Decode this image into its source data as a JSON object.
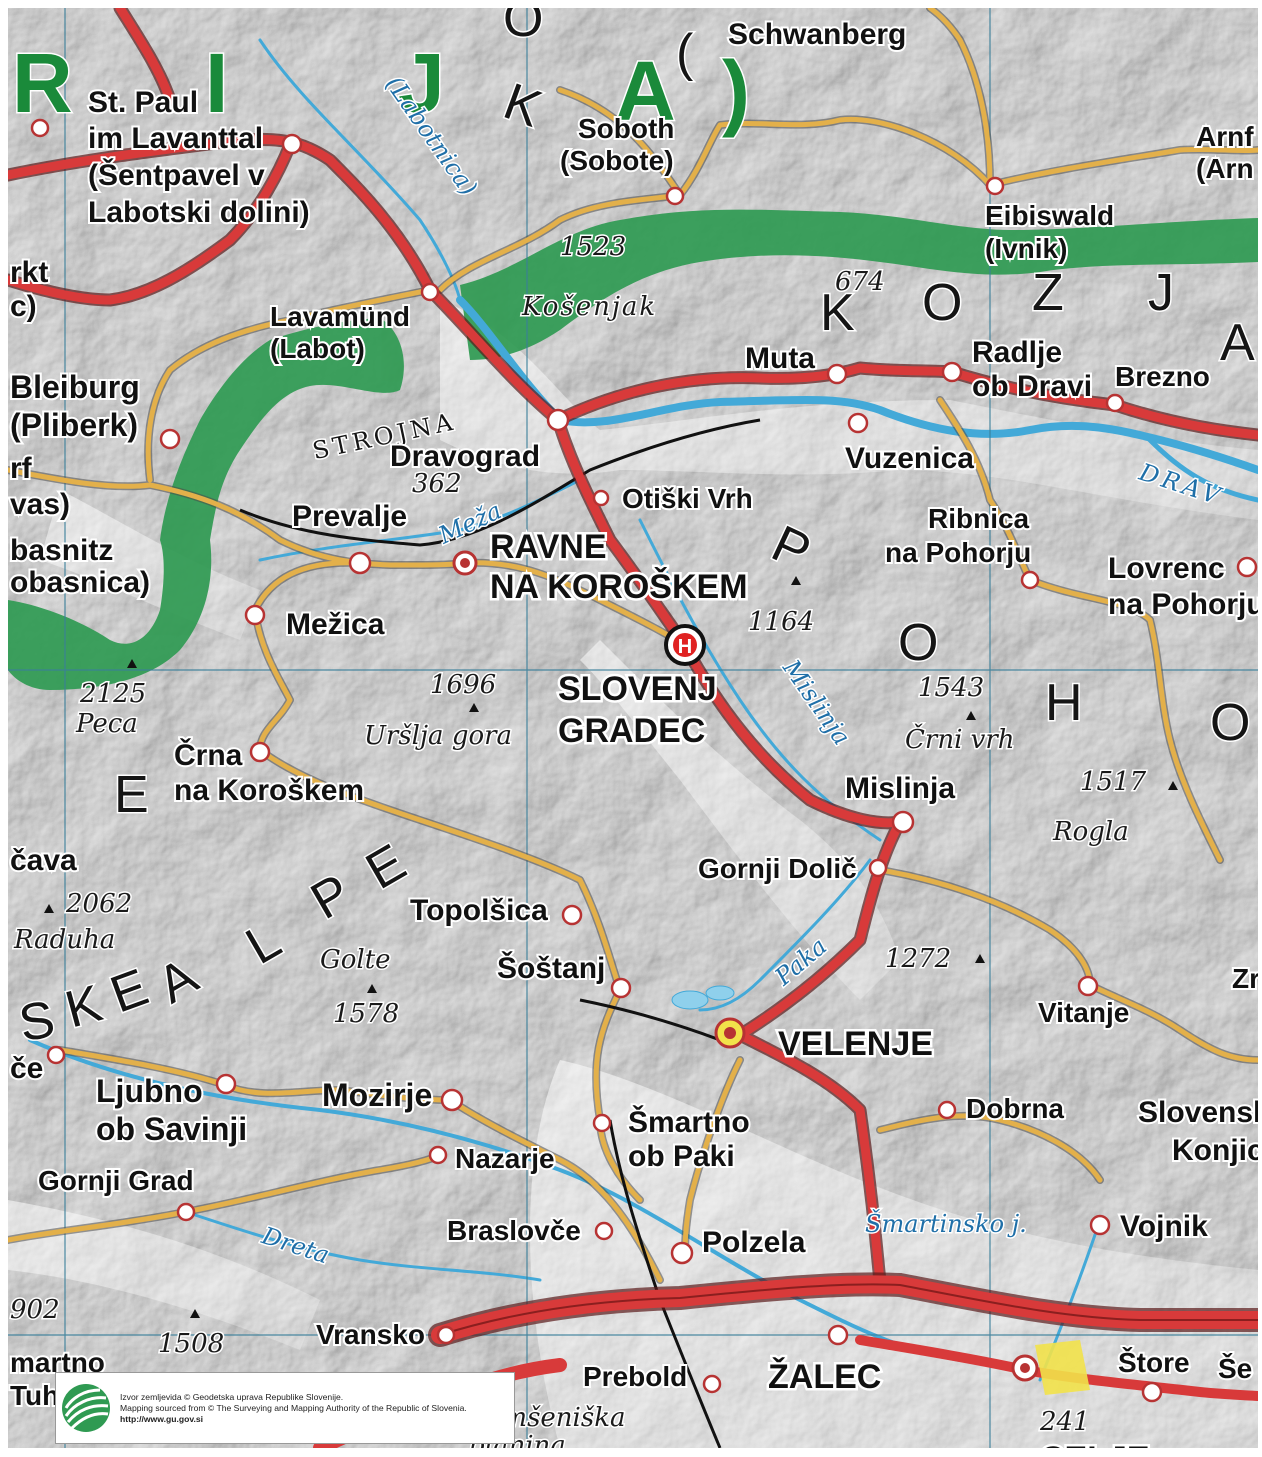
{
  "map": {
    "country_letters": [
      "R",
      "I",
      "J",
      "A",
      ")"
    ],
    "region_letters_top": [
      "K",
      "(",
      "O"
    ],
    "region_letters_koz": [
      "K",
      "O",
      "Z",
      "J",
      "A"
    ],
    "pohorje_letters": [
      "P",
      "O",
      "H",
      "O"
    ],
    "alps_letters": [
      "S",
      "K",
      "E",
      "A",
      "L",
      "P",
      "E",
      "E"
    ]
  },
  "places": {
    "schwanberg": "Schwanberg",
    "st_paul_1": "St. Paul",
    "st_paul_2": "im Lavanttal",
    "st_paul_3": "(Šentpavel v",
    "st_paul_4": "Labotski dolini)",
    "soboth_1": "Soboth",
    "soboth_2": "(Sobote)",
    "arnfels_1": "Arnf",
    "arnfels_2": "(Arn",
    "eibiswald_1": "Eibiswald",
    "eibiswald_2": "(Ivnik)",
    "markt_1": "rkt",
    "markt_2": "c)",
    "lavamund_1": "Lavamünd",
    "lavamund_2": "(Labot)",
    "muta": "Muta",
    "radlje_1": "Radlje",
    "radlje_2": "ob Dravi",
    "brezno": "Brezno",
    "bleiburg_1": "Bleiburg",
    "bleiburg_2": "(Pliberk)",
    "dravograd": "Dravograd",
    "vuzenica": "Vuzenica",
    "rf": "rf",
    "vas": "vas)",
    "prevalje": "Prevalje",
    "otiski": "Otiški Vrh",
    "ribnica_1": "Ribnica",
    "ribnica_2": "na Pohorju",
    "obasnitz_1": "basnitz",
    "obasnitz_2": "obasnica)",
    "ravne_1": "RAVNE",
    "ravne_2": "NA KOROŠKEM",
    "lovrenc_1": "Lovrenc",
    "lovrenc_2": "na Pohorju",
    "mezica": "Mežica",
    "slovenj_1": "SLOVENJ",
    "slovenj_2": "GRADEC",
    "crna_1": "Črna",
    "crna_2": "na Koroškem",
    "mislinja": "Mislinja",
    "gornji_dolic": "Gornji Dolič",
    "cava": "čava",
    "topolsica": "Topolšica",
    "sostanj": "Šoštanj",
    "vitanje": "Vitanje",
    "zre": "Zre",
    "velenje": "VELENJE",
    "ce": "če",
    "ljubno_1": "Ljubno",
    "ljubno_2": "ob Savinji",
    "mozirje": "Mozirje",
    "smartno_1": "Šmartno",
    "smartno_2": "ob Paki",
    "dobrna": "Dobrna",
    "slovenske_1": "Slovensk",
    "slovenske_2": "Konjic",
    "nazarje": "Nazarje",
    "gornji_grad": "Gornji Grad",
    "braslovce": "Braslovče",
    "polzela": "Polzela",
    "vojnik": "Vojnik",
    "vransko": "Vransko",
    "prebold": "Prebold",
    "zalec": "ŽALEC",
    "store": "Štore",
    "se": "Še",
    "smartno_bottom": "martno",
    "tuh": "Tuh",
    "celje": "CELJE"
  },
  "peaks": {
    "p1523": "1523",
    "kosenjak": "Košenjak",
    "p674": "674",
    "strojna": "STROJNA",
    "p362": "362",
    "p1164": "1164",
    "p1696": "1696",
    "ursljagora": "Uršlja gora",
    "p2125": "2125",
    "peca": "Peca",
    "p1543": "1543",
    "crnivrh": "Črni vrh",
    "p1517": "1517",
    "rogla": "Rogla",
    "p2062": "2062",
    "raduha": "Raduha",
    "golte": "Golte",
    "p1578": "1578",
    "p1272": "1272",
    "p902": "902",
    "p1508": "1508",
    "p241": "241",
    "gomseniska_1": "Gomšeniška",
    "gomseniska_2": "planina"
  },
  "rivers": {
    "labotnica": "(Labotnica)",
    "meza": "Meža",
    "drava": "DRAV",
    "mislinja": "Mislinja",
    "paka": "Paka",
    "dreta": "Dreta",
    "smartinsko": "Šmartinsko j."
  },
  "marker": {
    "hospital": "H"
  },
  "credit": {
    "line1": "Izvor zemljevida © Geodetska uprava Republike Slovenije.",
    "line2": "Mapping sourced from © The Surveying and Mapping Authority of the Republic of Slovenia.",
    "url": "http://www.gu.gov.si"
  },
  "colors": {
    "terrain": "#b7b7b7",
    "valley": "#e4e4e4",
    "forest": "#2f9a52",
    "road_main": "#d83a3a",
    "road_secondary": "#e3b04a",
    "river": "#43a9d8",
    "lake": "#8fd0ec",
    "grid": "#3a7f9a",
    "country_text": "#1a8a3a"
  }
}
